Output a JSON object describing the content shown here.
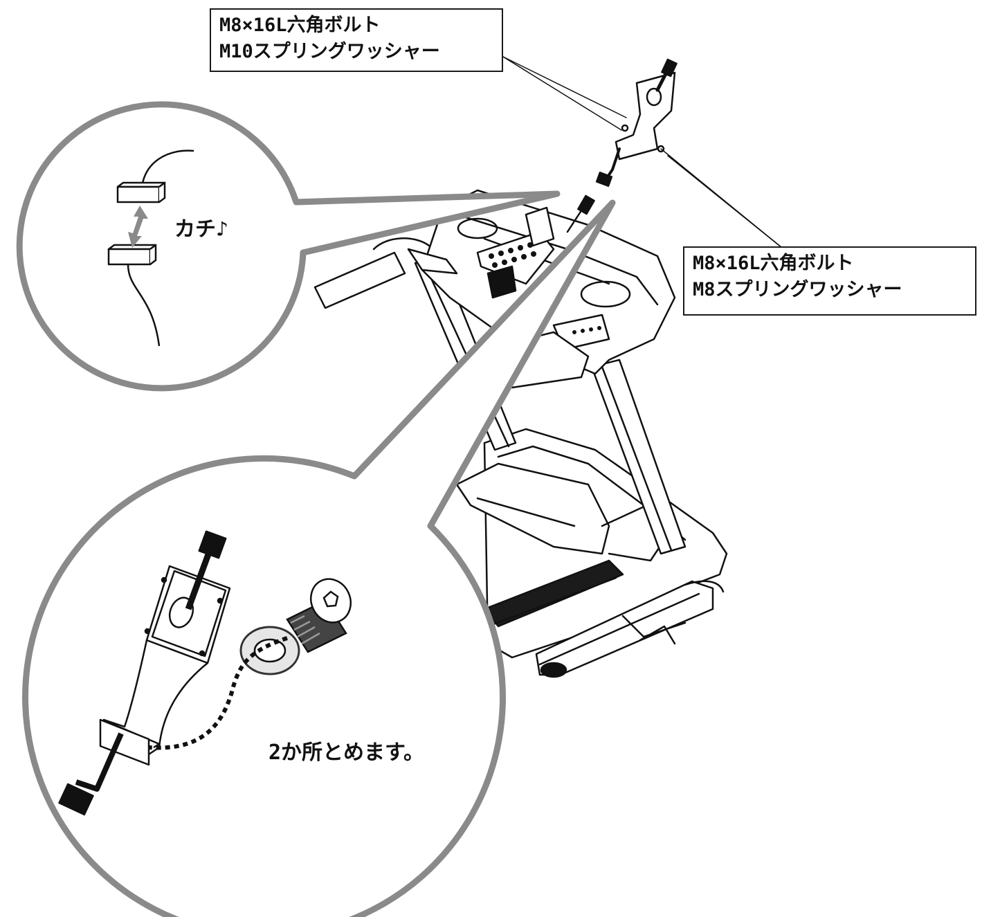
{
  "labels": {
    "top_left": {
      "line1": "M8×16L六角ボルト",
      "line2": "M10スプリングワッシャー"
    },
    "right": {
      "line1": "M8×16L六角ボルト",
      "line2": "M8スプリングワッシャー"
    }
  },
  "callouts": {
    "connector_click": "カチ♪",
    "fasten_two_places": "2か所とめます。"
  },
  "colors": {
    "line": "#111111",
    "callout_circle": "#8a8a8a",
    "background": "#ffffff"
  }
}
